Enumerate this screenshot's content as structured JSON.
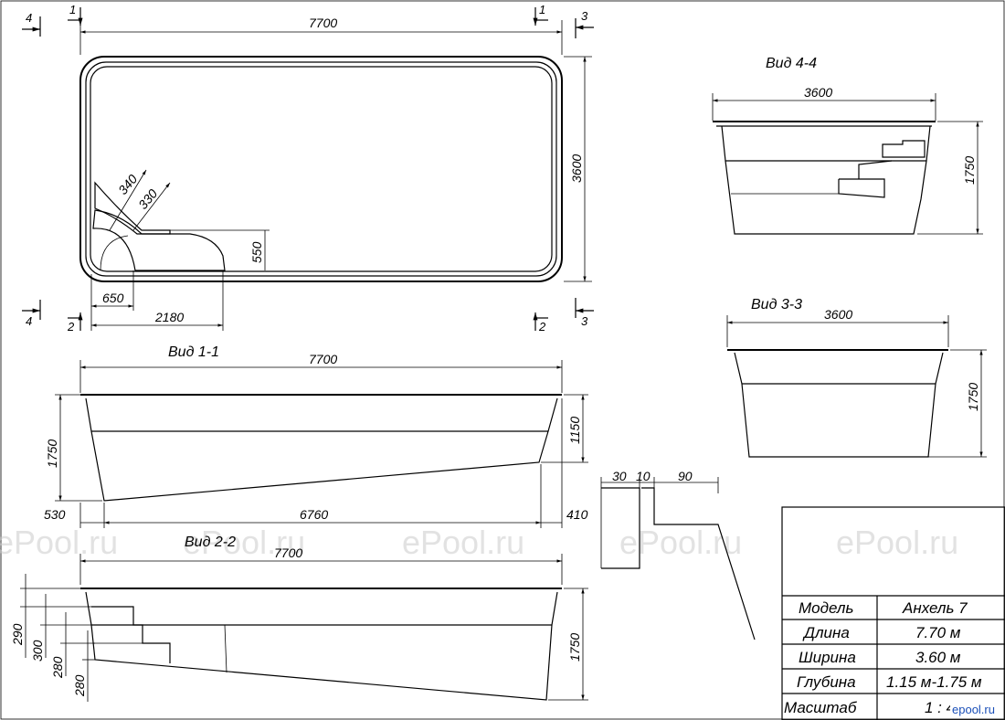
{
  "plan": {
    "length": "7700",
    "width": "3600",
    "step_r1": "340",
    "step_r2": "330",
    "step_depth": "550",
    "step_w1": "650",
    "step_w2": "2180",
    "sections": {
      "s1": "1",
      "s2": "2",
      "s3": "3",
      "s4": "4"
    }
  },
  "view_4_4": {
    "title": "Вид 4-4",
    "width": "3600",
    "depth": "1750"
  },
  "view_3_3": {
    "title": "Вид 3-3",
    "width": "3600",
    "depth": "1750"
  },
  "view_1_1": {
    "title": "Вид 1-1",
    "length": "7700",
    "depth_max": "1750",
    "depth_min": "1150",
    "left_offset": "530",
    "slope_len": "6760",
    "right_offset": "410"
  },
  "view_2_2": {
    "title": "Вид 2-2",
    "length": "7700",
    "depth": "1750",
    "steps": [
      "290",
      "300",
      "280",
      "280"
    ]
  },
  "edge_detail": {
    "d1": "30",
    "d2": "10",
    "d3": "90"
  },
  "watermark": "ePool.ru",
  "spec_table": {
    "rows": [
      {
        "label": "Модель",
        "value": "Анхель 7"
      },
      {
        "label": "Длина",
        "value": "7.70 м"
      },
      {
        "label": "Ширина",
        "value": "3.60 м"
      },
      {
        "label": "Глубина",
        "value": "1.15 м-1.75 м"
      },
      {
        "label": "Масштаб",
        "value": "1 : 40"
      }
    ]
  },
  "logo_text": "epool.ru"
}
